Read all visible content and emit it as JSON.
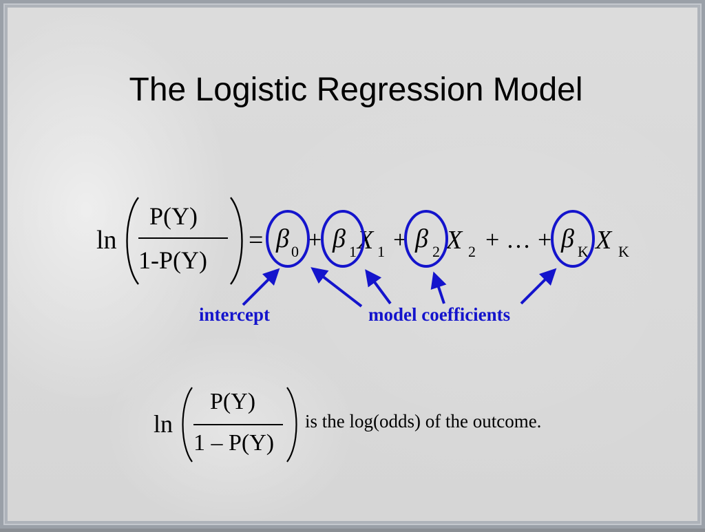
{
  "slide": {
    "title": "The Logistic Regression Model",
    "main_equation": {
      "ln": "ln",
      "numerator": "P(Y)",
      "denominator": "1-P(Y)",
      "equals": "=",
      "beta": "β",
      "terms": [
        {
          "sub": "0"
        },
        {
          "sub": "1",
          "x": "X",
          "xsub": "1"
        },
        {
          "sub": "2",
          "x": "X",
          "xsub": "2"
        },
        {
          "sub": "K",
          "x": "X",
          "xsub": "K"
        }
      ],
      "plus": "+",
      "ellipsis": "…"
    },
    "labels": {
      "intercept": "intercept",
      "coefficients": "model coefficients"
    },
    "second_equation": {
      "ln": "ln",
      "numerator": "P(Y)",
      "denominator": "1 – P(Y)",
      "description": "is the log(odds) of the outcome."
    },
    "colors": {
      "annotation": "#1414cc",
      "text": "#000000"
    }
  }
}
